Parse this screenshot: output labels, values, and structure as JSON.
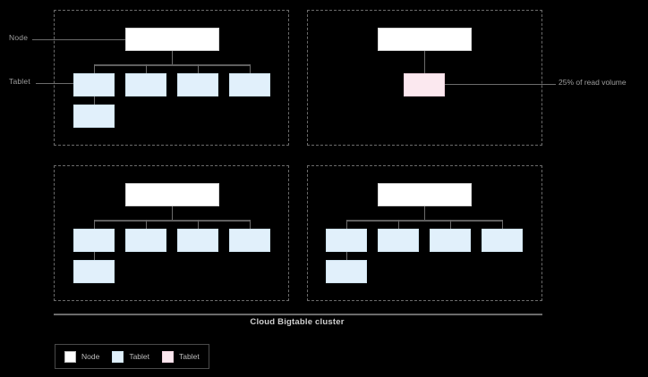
{
  "diagram": {
    "caption": "Cloud Bigtable cluster",
    "side_labels": [
      {
        "name": "node",
        "text": "Node"
      },
      {
        "name": "tablet",
        "text": "Tablet"
      }
    ],
    "callout": {
      "text": "25% of read volume"
    },
    "colors": {
      "background": "#000000",
      "node_fill": "#ffffff",
      "tablet_fill": "#e1f0fb",
      "tablet_hot_fill": "#fbe8ef",
      "line": "#6b6b6b",
      "dashed_border": "#6b6b6b",
      "label_text": "#9e9e9e",
      "caption_text": "#cfcfcf"
    },
    "groups": [
      {
        "id": "group-top-left",
        "node_label": "",
        "tablet_count": 4,
        "sub_tablet_count": 1,
        "hot_tablet": false
      },
      {
        "id": "group-top-right",
        "node_label": "",
        "tablet_count": 1,
        "sub_tablet_count": 0,
        "hot_tablet": true
      },
      {
        "id": "group-bottom-left",
        "node_label": "",
        "tablet_count": 4,
        "sub_tablet_count": 1,
        "hot_tablet": false
      },
      {
        "id": "group-bottom-right",
        "node_label": "",
        "tablet_count": 4,
        "sub_tablet_count": 1,
        "hot_tablet": false
      }
    ]
  },
  "legend": {
    "items": [
      {
        "label": "Node",
        "swatch": "#ffffff",
        "name": "legend-node"
      },
      {
        "label": "Tablet",
        "swatch": "#e1f0fb",
        "name": "legend-tablet"
      },
      {
        "label": "Tablet",
        "swatch": "#fbe8ef",
        "name": "legend-tablet-hot"
      }
    ]
  }
}
